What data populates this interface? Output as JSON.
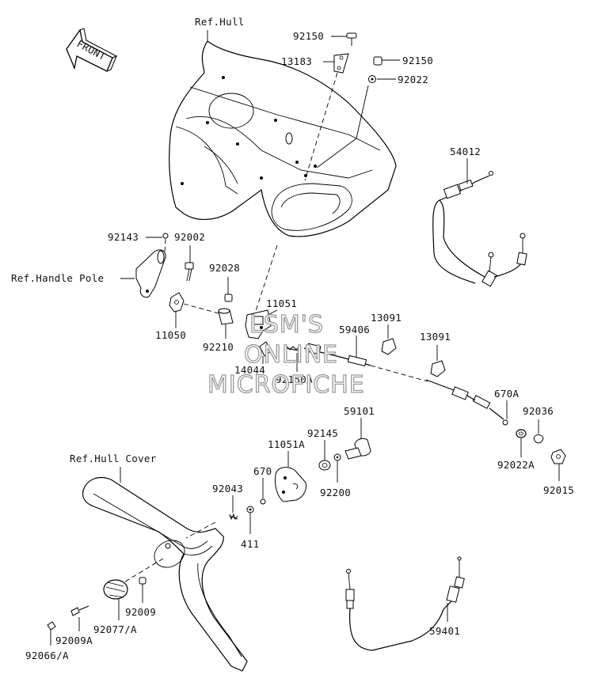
{
  "labels": {
    "ref_hull": "Ref.Hull",
    "ref_handle_pole": "Ref.Handle Pole",
    "ref_hull_cover": "Ref.Hull Cover",
    "front": "FRONT",
    "p92150_a": "92150",
    "p13183": "13183",
    "p92150_b": "92150",
    "p92022": "92022",
    "p54012": "54012",
    "p92143": "92143",
    "p92002": "92002",
    "p92028": "92028",
    "p11051": "11051",
    "p11050": "11050",
    "p92210": "92210",
    "p14044": "14044",
    "p59406": "59406",
    "p13091_a": "13091",
    "p13091_b": "13091",
    "p92150A": "92150A",
    "p670A": "670A",
    "p59101": "59101",
    "p92036": "92036",
    "p92145": "92145",
    "p11051A": "11051A",
    "p92022A": "92022A",
    "p92015": "92015",
    "p670": "670",
    "p92200": "92200",
    "p92043": "92043",
    "p411": "411",
    "p92009": "92009",
    "p92077A": "92077/A",
    "p92009A": "92009A",
    "p92066A": "92066/A",
    "p59401": "59401"
  },
  "watermark": {
    "line1": "LSM'S",
    "line2": "ONLINE",
    "line3": "MICROFICHE"
  }
}
